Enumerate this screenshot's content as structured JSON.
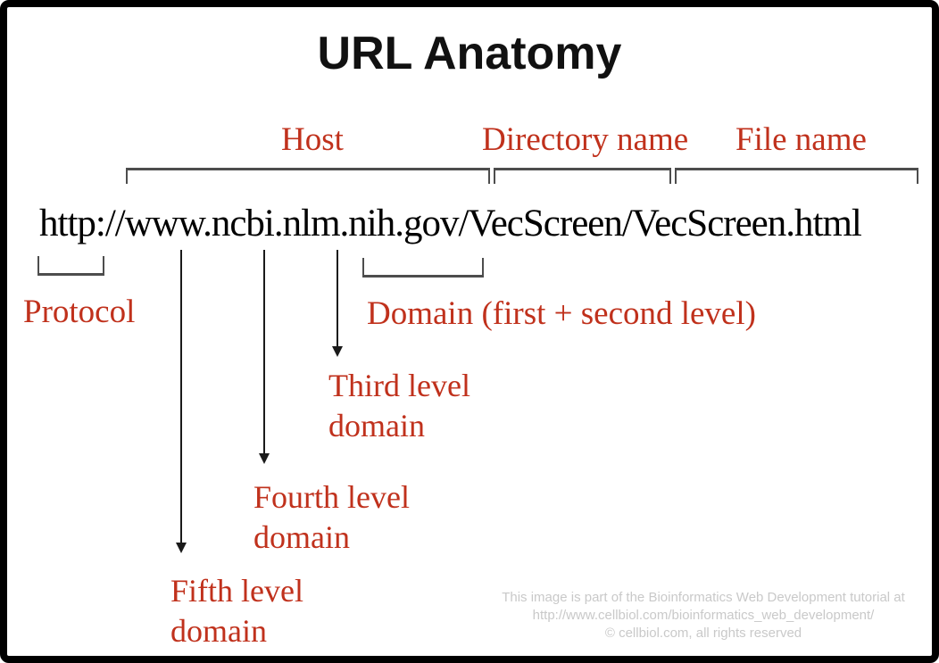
{
  "title": "URL Anatomy",
  "url": "http://www.ncbi.nlm.nih.gov/VecScreen/VecScreen.html",
  "annotations": {
    "host": "Host",
    "directory_name": "Directory name",
    "file_name": "File name",
    "protocol": "Protocol",
    "domain": "Domain (first + second level)",
    "third_level": "Third level domain",
    "fourth_level": "Fourth level domain",
    "fifth_level": "Fifth level domain"
  },
  "watermark": {
    "line1": "This image is part of the Bioinformatics Web Development tutorial at",
    "line2": "http://www.cellbiol.com/bioinformatics_web_development/",
    "line3": "© cellbiol.com, all rights reserved"
  },
  "colors": {
    "annotation_red": "#c0311c",
    "bracket_gray": "#4d4d4d",
    "arrow_black": "#1a1a1a",
    "watermark_gray": "#c9c9c9",
    "frame_black": "#000000"
  }
}
